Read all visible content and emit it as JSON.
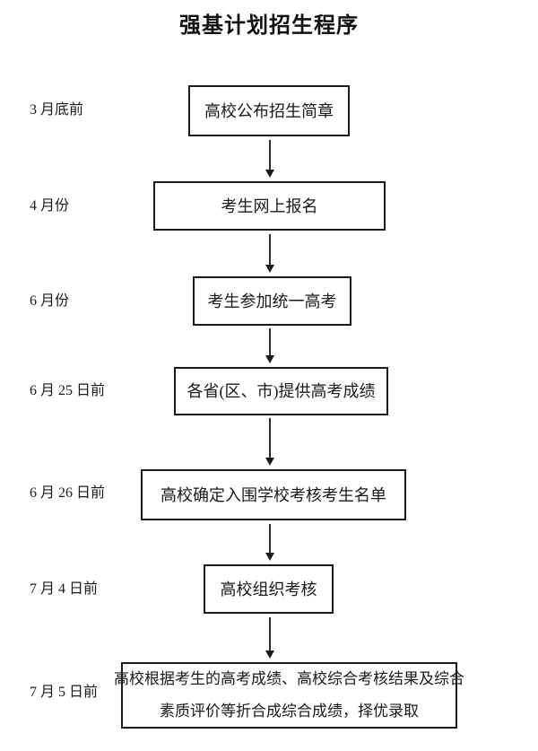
{
  "title": "强基计划招生程序",
  "steps": [
    {
      "date": "3 月底前",
      "text": "高校公布招生简章"
    },
    {
      "date": "4 月份",
      "text": "考生网上报名"
    },
    {
      "date": "6 月份",
      "text": "考生参加统一高考"
    },
    {
      "date": "6 月 25 日前",
      "text": "各省(区、市)提供高考成绩"
    },
    {
      "date": "6 月 26 日前",
      "text": "高校确定入围学校考核考生名单"
    },
    {
      "date": "7 月 4 日前",
      "text": "高校组织考核"
    },
    {
      "date": "7 月 5 日前",
      "lines": [
        "高校根据考生的高考成绩、高校综合考核结果及综合",
        "素质评价等折合成综合成绩，择优录取"
      ]
    }
  ],
  "colors": {
    "background": "#ffffff",
    "border": "#1a1a1a",
    "text": "#1a1a1a"
  }
}
